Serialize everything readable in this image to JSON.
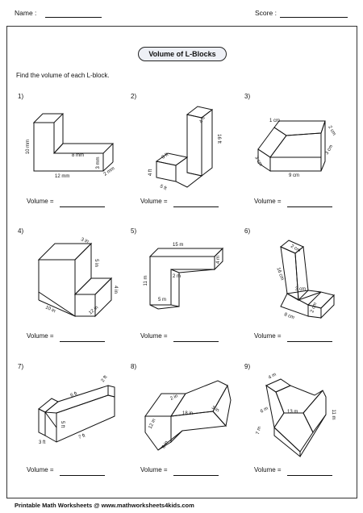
{
  "header": {
    "name_label": "Name :",
    "score_label": "Score :"
  },
  "title": "Volume of L-Blocks",
  "instructions": "Find the volume of each L-block.",
  "problems": [
    {
      "number": "1)",
      "labels": [
        "10 mm",
        "8 mm",
        "3 mm",
        "12 mm",
        "2 mm"
      ],
      "volume_label": "Volume ="
    },
    {
      "number": "2)",
      "labels": [
        "4 ft",
        "16 ft",
        "8 ft",
        "4 ft",
        "5 ft"
      ],
      "volume_label": "Volume ="
    },
    {
      "number": "3)",
      "labels": [
        "1 cm",
        "2 cm",
        "3 cm",
        "9 cm",
        "3 cm"
      ],
      "volume_label": "Volume ="
    },
    {
      "number": "4)",
      "labels": [
        "3 in",
        "5 in",
        "4 in",
        "10 in",
        "12 in"
      ],
      "volume_label": "Volume ="
    },
    {
      "number": "5)",
      "labels": [
        "15 m",
        "4 m",
        "11 m",
        "2 m",
        "5 m"
      ],
      "volume_label": "Volume ="
    },
    {
      "number": "6)",
      "labels": [
        "2 cm",
        "16 cm",
        "3 cm",
        "8 cm",
        "2 cm"
      ],
      "volume_label": "Volume ="
    },
    {
      "number": "7)",
      "labels": [
        "6 ft",
        "2 ft",
        "5 ft",
        "3 ft",
        "7 ft"
      ],
      "volume_label": "Volume ="
    },
    {
      "number": "8)",
      "labels": [
        "2 in",
        "12 in",
        "18 in",
        "3 in",
        "6 in"
      ],
      "volume_label": "Volume ="
    },
    {
      "number": "9)",
      "labels": [
        "4 m",
        "6 m",
        "13 m",
        "11 m",
        "7 m"
      ],
      "volume_label": "Volume ="
    }
  ],
  "footer": "Printable Math Worksheets @ www.mathworksheets4kids.com"
}
